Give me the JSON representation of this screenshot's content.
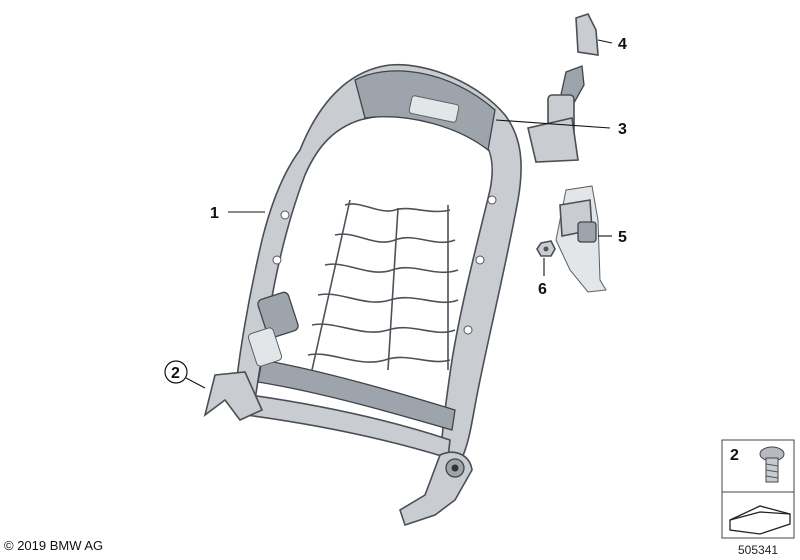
{
  "diagram": {
    "callouts": [
      "1",
      "2",
      "3",
      "4",
      "5",
      "6"
    ],
    "legend_box": {
      "number": "2"
    },
    "copyright": "© 2019 BMW AG",
    "part_number": "505341"
  }
}
